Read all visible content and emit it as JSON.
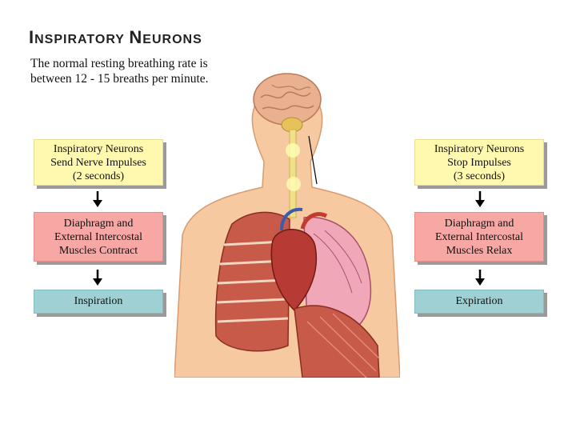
{
  "title": {
    "first_big": "I",
    "first_small": "NSPIRATORY",
    "second_big": "N",
    "second_small": "EURONS"
  },
  "subtitle_line1": "The normal resting breathing rate is",
  "subtitle_line2": "between 12 - 15  breaths per minute.",
  "left": {
    "box1": [
      "Inspiratory Neurons",
      "Send Nerve Impulses",
      "(2 seconds)"
    ],
    "box2": [
      "Diaphragm and",
      "External Intercostal",
      "Muscles Contract"
    ],
    "box3": "Inspiration"
  },
  "right": {
    "box1": [
      "Inspiratory Neurons",
      "Stop Impulses",
      "(3 seconds)"
    ],
    "box2": [
      "Diaphragm and",
      "External Intercostal",
      "Muscles Relax"
    ],
    "box3": "Expiration"
  },
  "colors": {
    "yellow_box": "#fff9b0",
    "pink_box": "#f7a7a4",
    "teal_box": "#9fd1d4",
    "skin": "#f6c9a0"
  }
}
